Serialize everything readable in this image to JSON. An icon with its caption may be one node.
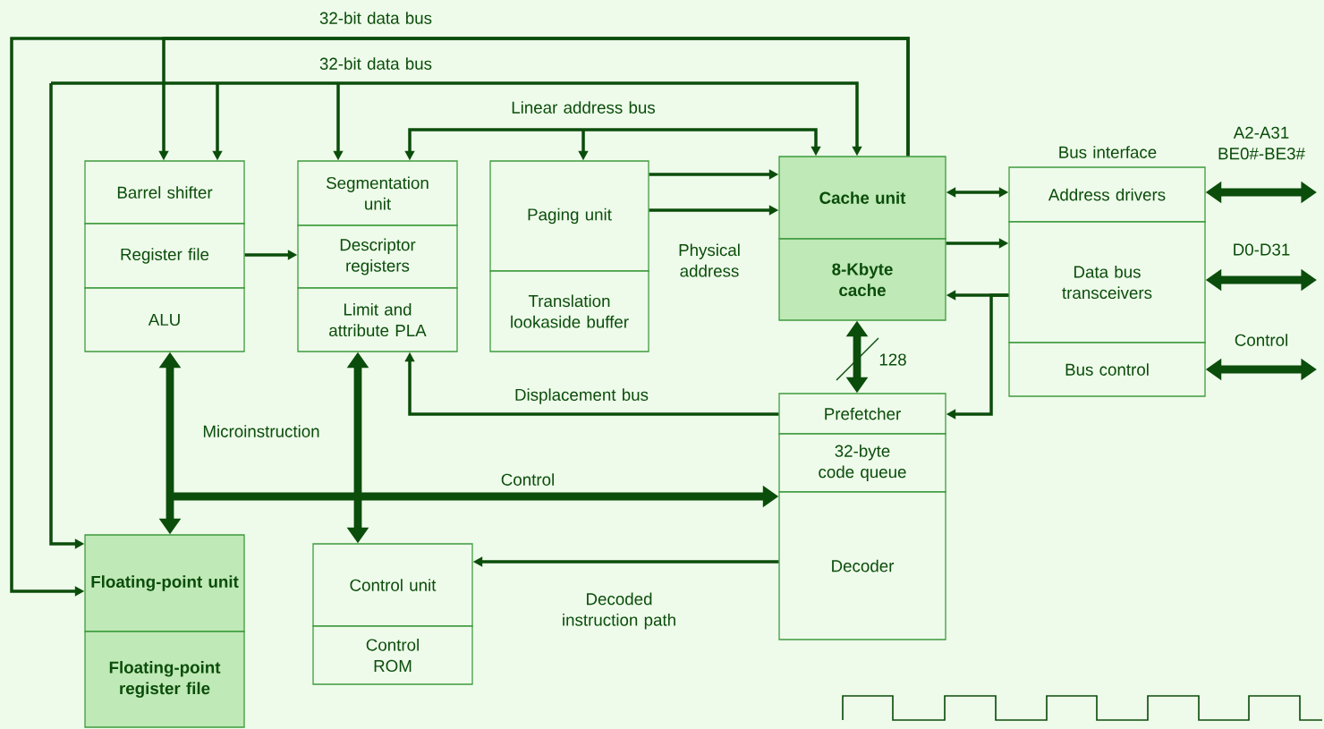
{
  "diagram": {
    "nodes": [
      {
        "text": [
          "Barrel shifter"
        ]
      },
      {
        "text": [
          "Register file"
        ]
      },
      {
        "text": [
          "ALU"
        ]
      },
      {
        "text": [
          "Segmentation unit"
        ]
      },
      {
        "text": [
          "Descriptor registers"
        ]
      },
      {
        "text": [
          "Limit and attribute PLA"
        ]
      },
      {
        "text": [
          "Paging unit"
        ]
      },
      {
        "text": [
          "Translation lookaside buffer"
        ]
      },
      {
        "text": [
          "Cache unit"
        ]
      },
      {
        "text": [
          "8-Kbyte cache"
        ]
      },
      {
        "text": [
          "Address drivers"
        ]
      },
      {
        "text": [
          "Data bus transceivers"
        ]
      },
      {
        "text": [
          "Bus control"
        ]
      },
      {
        "text": [
          "Prefetcher"
        ]
      },
      {
        "text": [
          "32-byte code queue"
        ]
      },
      {
        "text": [
          "Decoder"
        ]
      },
      {
        "text": [
          "Floating-point unit"
        ]
      },
      {
        "text": [
          "Floating-point register file"
        ]
      },
      {
        "text": [
          "Control unit"
        ]
      },
      {
        "text": [
          "Control ROM"
        ]
      }
    ],
    "edges": [
      {
        "from": 8,
        "to": 0,
        "arrow": "to",
        "label": "32-bit data bus"
      },
      {
        "from": 8,
        "to": 16,
        "arrow": "to"
      },
      {
        "from": null,
        "to": 8,
        "arrow": "to",
        "label": "32-bit data bus"
      },
      {
        "from": null,
        "to": 0,
        "arrow": "to"
      },
      {
        "from": null,
        "to": 3,
        "arrow": "to"
      },
      {
        "from": null,
        "to": 16,
        "arrow": "to"
      },
      {
        "from": null,
        "to": 3,
        "arrow": "to",
        "label": "Linear address bus"
      },
      {
        "from": null,
        "to": 6,
        "arrow": "to"
      },
      {
        "from": null,
        "to": 8,
        "arrow": "to"
      },
      {
        "from": 6,
        "to": 8,
        "arrow": "to"
      },
      {
        "from": 6,
        "to": 8,
        "arrow": "to",
        "label": "Physical address"
      },
      {
        "from": 1,
        "to": 4,
        "arrow": "to"
      },
      {
        "from": 8,
        "to": 10,
        "arrow": "both"
      },
      {
        "from": 9,
        "to": 11,
        "arrow": "to"
      },
      {
        "from": 11,
        "to": 9,
        "arrow": "to"
      },
      {
        "from": 11,
        "to": 13,
        "arrow": "to"
      },
      {
        "from": 9,
        "to": 13,
        "arrow": "both",
        "label": "128",
        "style": "thick"
      },
      {
        "from": 13,
        "to": 5,
        "arrow": "to",
        "label": "Displacement bus"
      },
      {
        "from": 2,
        "to": 16,
        "arrow": "both",
        "label": "Microinstruction",
        "style": "thick"
      },
      {
        "from": 5,
        "to": 18,
        "arrow": "both",
        "style": "thick"
      },
      {
        "from": null,
        "to": 15,
        "arrow": "to",
        "label": "Control",
        "style": "thick"
      },
      {
        "from": 15,
        "to": 18,
        "arrow": "to",
        "label": "Decoded instruction path"
      },
      {
        "from": 10,
        "to": null,
        "arrow": "both",
        "label": "A2-A31 BE0#-BE3#",
        "style": "thick"
      },
      {
        "from": 11,
        "to": null,
        "arrow": "both",
        "label": "D0-D31",
        "style": "thick"
      },
      {
        "from": 12,
        "to": null,
        "arrow": "both",
        "label": "Control",
        "style": "thick"
      }
    ],
    "labels": [
      "Bus interface"
    ]
  }
}
